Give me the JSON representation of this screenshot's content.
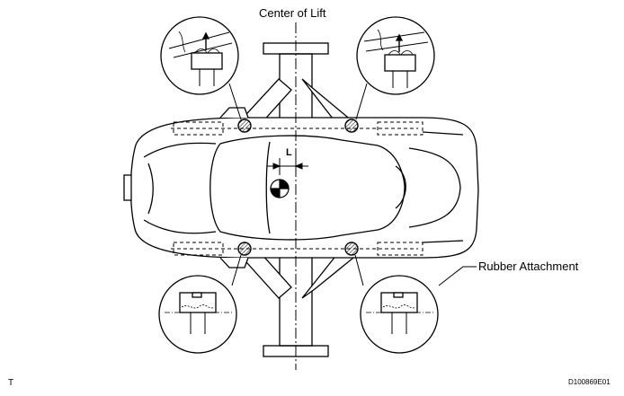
{
  "labels": {
    "center_of_lift": "Center of Lift",
    "rubber_attachment": "Rubber Attachment",
    "dimension_L": "L",
    "corner_mark": "T",
    "figure_code": "D100869E01"
  },
  "colors": {
    "line": "#000000",
    "background": "#ffffff"
  },
  "icons": {
    "center_of_gravity": "center-of-gravity-icon",
    "lift_point": "lift-point-circle-icon"
  }
}
